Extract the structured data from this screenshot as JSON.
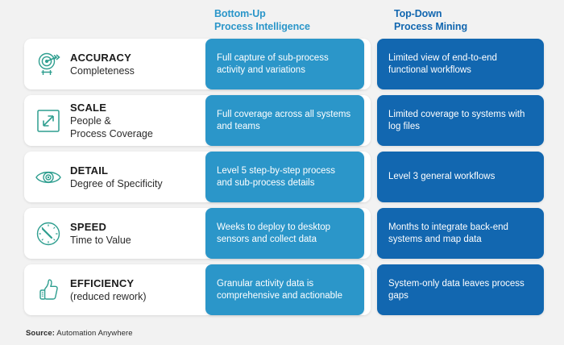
{
  "headers": {
    "bottom_up": {
      "line1": "Bottom-Up",
      "line2": "Process Intelligence"
    },
    "top_down": {
      "line1": "Top-Down",
      "line2": "Process Mining"
    }
  },
  "colors": {
    "light_blue": "#2b96c9",
    "dark_blue": "#1267b0",
    "icon_teal": "#2e9e8f",
    "background": "#f2f2f2",
    "card_white": "#ffffff"
  },
  "rows": [
    {
      "icon": "target-icon",
      "title": "ACCURACY",
      "subtitle": "Completeness",
      "subtitle2": "",
      "bottom_up": "Full capture of sub-process activity and variations",
      "top_down": "Limited view of end-to-end functional workflows"
    },
    {
      "icon": "expand-arrows-icon",
      "title": "SCALE",
      "subtitle": "People &",
      "subtitle2": "Process Coverage",
      "bottom_up": "Full coverage across all systems and teams",
      "top_down": "Limited coverage to systems with log files"
    },
    {
      "icon": "eye-icon",
      "title": "DETAIL",
      "subtitle": "Degree of Specificity",
      "subtitle2": "",
      "bottom_up": "Level 5 step-by-step process and sub-process details",
      "top_down": "Level 3 general workflows"
    },
    {
      "icon": "speedometer-icon",
      "title": "SPEED",
      "subtitle": "Time to Value",
      "subtitle2": "",
      "bottom_up": "Weeks to deploy to desktop sensors and collect data",
      "top_down": "Months to integrate back-end systems and map data"
    },
    {
      "icon": "thumbs-up-icon",
      "title": "EFFICIENCY",
      "subtitle": "(reduced rework)",
      "subtitle2": "",
      "bottom_up": "Granular activity data is comprehensive and actionable",
      "top_down": "System-only data leaves process gaps"
    }
  ],
  "footer": {
    "source_label": "Source:",
    "source_value": "Automation Anywhere"
  }
}
